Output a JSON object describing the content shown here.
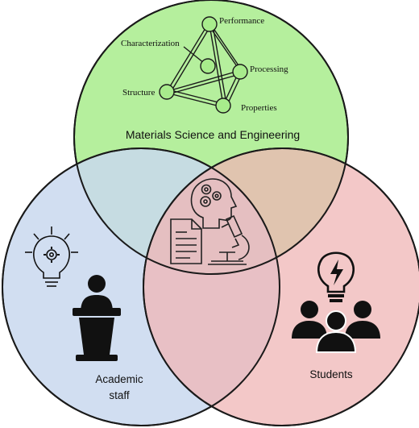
{
  "circles": {
    "top": {
      "label": "Materials Science and Engineering",
      "fill": "#a8ec8c"
    },
    "left": {
      "label_line1": "Academic",
      "label_line2": "staff",
      "fill": "#c9d8ee"
    },
    "right": {
      "label": "Students",
      "fill": "#efb6b6"
    }
  },
  "tetrahedron": {
    "performance": "Performance",
    "characterization": "Characterization",
    "processing": "Processing",
    "structure": "Structure",
    "properties": "Properties"
  },
  "icons": {
    "lightbulb_gear": "lightbulb-gear-icon",
    "lecturer_podium": "lecturer-podium-icon",
    "students_group": "students-group-icon",
    "lightbulb_bolt": "lightbulb-bolt-icon",
    "head_gears": "head-gears-icon",
    "document": "document-icon",
    "microscope": "microscope-icon"
  },
  "colors": {
    "outline": "#1a1a1a",
    "icon": "#111111"
  }
}
